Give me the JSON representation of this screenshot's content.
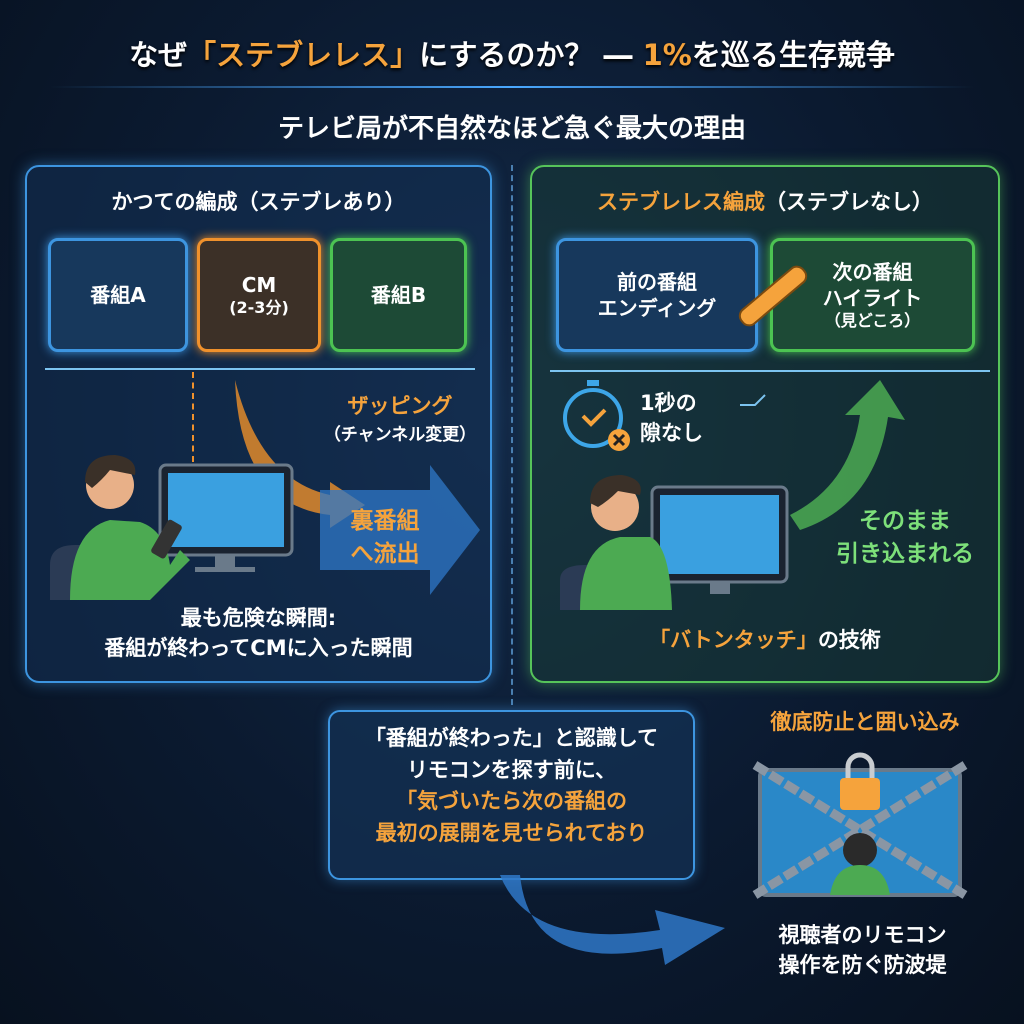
{
  "header": {
    "title_1": "なぜ",
    "title_2": "「ステブレレス」",
    "title_3": "にするのか？ ― ",
    "title_4": "1%",
    "title_5": "を巡る生存競争",
    "subtitle": "テレビ局が不自然なほど急ぐ最大の理由"
  },
  "left": {
    "heading": "かつての編成（ステブレあり）",
    "box_a": "番組A",
    "box_cm": "CM",
    "box_cm_sub": "(2-3分)",
    "box_b": "番組B",
    "zapping": "ザッピング",
    "zapping_sub": "（チャンネル変更）",
    "outflow_1": "裏番組",
    "outflow_2": "へ流出",
    "caption_1": "最も危険な瞬間:",
    "caption_2": "番組が終わってCMに入った瞬間"
  },
  "right": {
    "heading_1": "ステブレレス編成",
    "heading_2": "（ステブレなし）",
    "prev_1": "前の番組",
    "prev_2": "エンディング",
    "next_1": "次の番組",
    "next_2": "ハイライト",
    "next_3": "（見どころ）",
    "gap_1": "1秒の",
    "gap_2": "隙なし",
    "pulled_1": "そのまま",
    "pulled_2": "引き込まれる",
    "caption_1": "「バトンタッチ」",
    "caption_2": "の技術"
  },
  "bottom": {
    "line_1": "「番組が終わった」と認識して",
    "line_2": "リモコンを探す前に、",
    "line_3": "「気づいたら次の番組の",
    "line_4": "最初の展開を見せられており"
  },
  "defense": {
    "heading": "徹底防止と囲い込み",
    "caption_1": "視聴者のリモコン",
    "caption_2": "操作を防ぐ防波堤"
  },
  "colors": {
    "orange": "#f5a33c",
    "blue": "#3d95e0",
    "green": "#56c45a"
  }
}
